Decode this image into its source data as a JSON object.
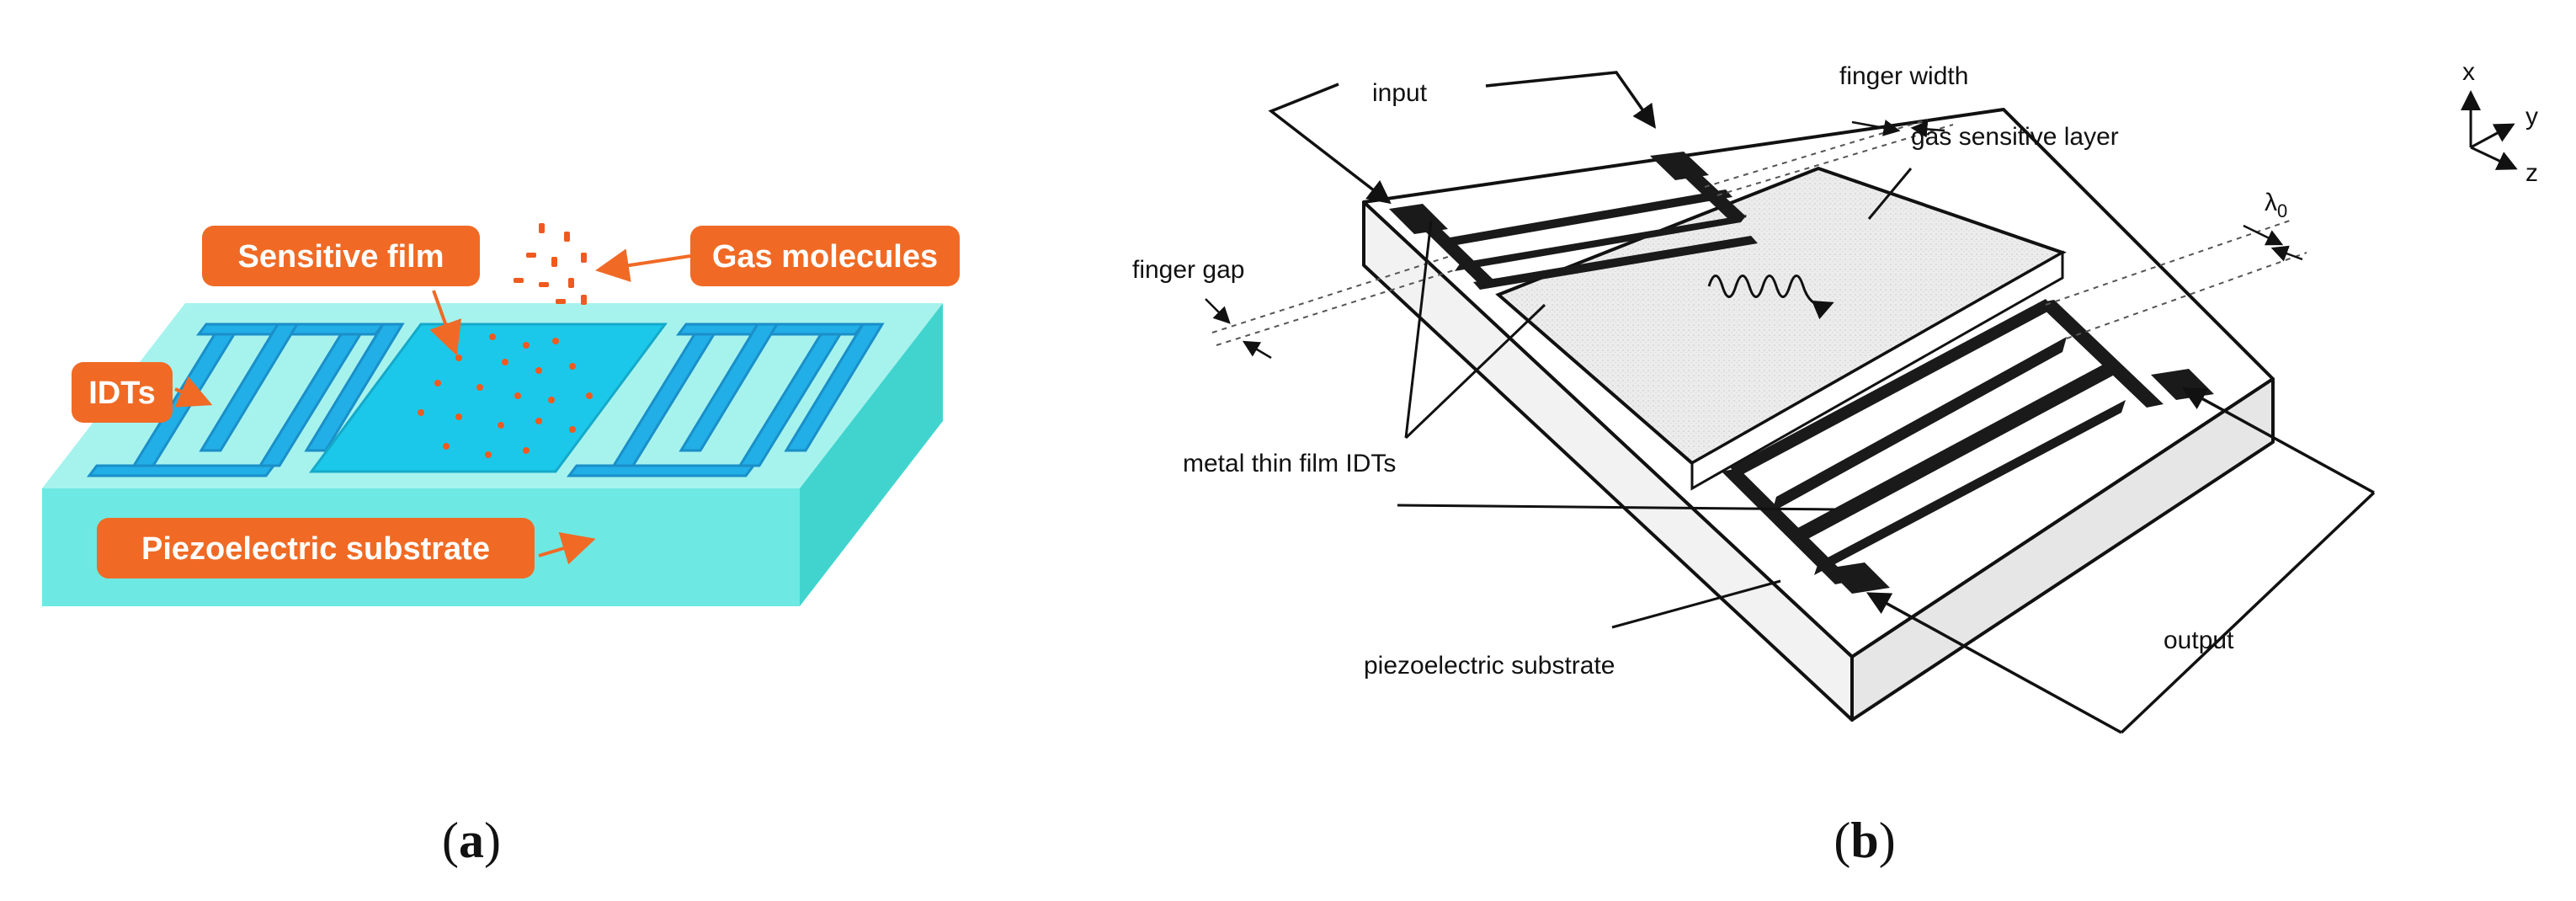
{
  "panel_a": {
    "labels": {
      "sensitive_film": "Sensitive film",
      "gas_molecules": "Gas molecules",
      "idts": "IDTs",
      "substrate": "Piezoelectric substrate"
    },
    "caption": {
      "open": "(",
      "letter": "a",
      "close": ")"
    },
    "colors": {
      "substrate_top": "#a6f3ee",
      "substrate_front": "#6ee8e2",
      "substrate_side": "#41d4ce",
      "electrode": "#22aee6",
      "film": "#1bc8ea",
      "label_bg": "#f06a25",
      "molecule": "#f05a1e"
    }
  },
  "panel_b": {
    "labels": {
      "input": "input",
      "finger_width": "finger width",
      "gas_sensitive_layer": "gas sensitive layer",
      "finger_gap": "finger gap",
      "lambda": "λ",
      "lambda_sub": "0",
      "metal_idts": "metal thin film IDTs",
      "output": "output",
      "substrate": "piezoelectric substrate",
      "axis_x": "x",
      "axis_y": "y",
      "axis_z": "z"
    },
    "caption": {
      "open": "(",
      "letter": "b",
      "close": ")"
    }
  }
}
